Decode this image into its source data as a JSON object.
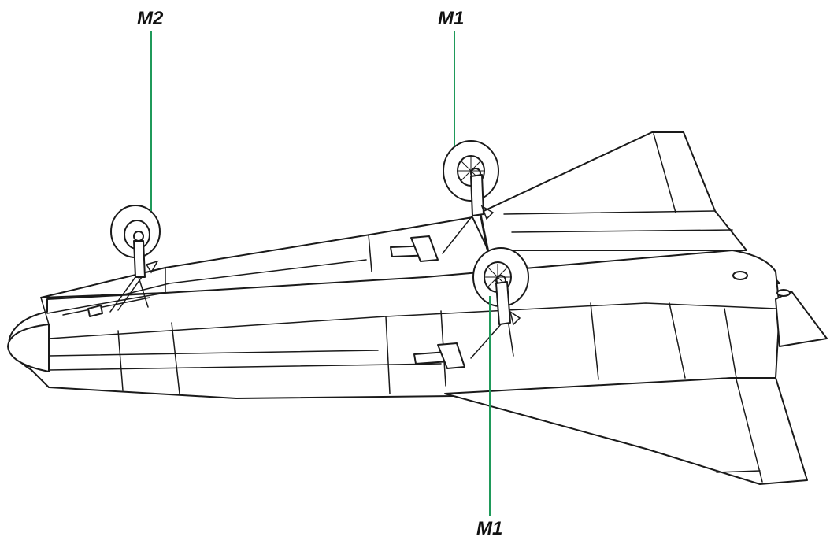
{
  "colors": {
    "leader": "#1f9a5a",
    "outline": "#1a1a1a",
    "background": "#ffffff"
  },
  "labels": {
    "m2": "M2",
    "m1_top": "M1",
    "m1_bottom": "M1"
  }
}
